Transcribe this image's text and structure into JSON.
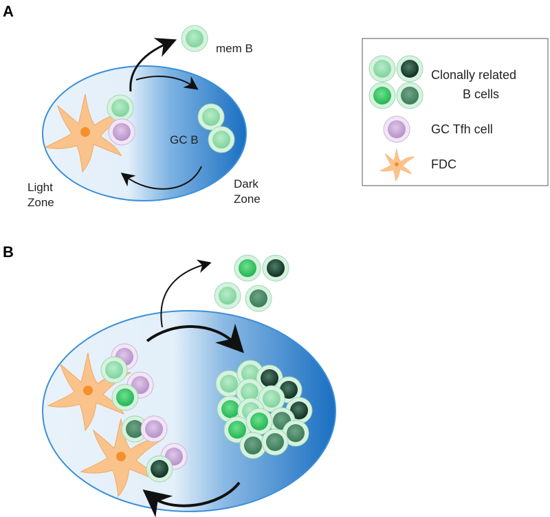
{
  "panel_a": {
    "letter": "A",
    "mem_b_label": "mem B",
    "gc_b_label": "GC B",
    "light_zone_label": [
      "Light",
      "Zone"
    ],
    "dark_zone_label": [
      "Dark",
      "Zone"
    ]
  },
  "panel_b": {
    "letter": "B"
  },
  "legend": {
    "b_cells_label": [
      "Clonally related",
      "B cells"
    ],
    "tfh_label": "GC Tfh cell",
    "fdc_label": "FDC"
  },
  "colors": {
    "ellipse_stroke": "#3a8fd6",
    "dark_zone": "#1e78c8",
    "light_zone": "#e8f2fa",
    "cell_light_green": "#8fd9a8",
    "cell_bright_green": "#3cc46a",
    "cell_mid_green": "#4f8f6a",
    "cell_dark_green": "#1f4f3a",
    "cell_ring": "#c9ecd4",
    "tfh_purple": "#c9a6d6",
    "tfh_ring": "#ecdff2",
    "fdc_orange": "#fbbf82",
    "fdc_nucleus": "#f5932e"
  }
}
